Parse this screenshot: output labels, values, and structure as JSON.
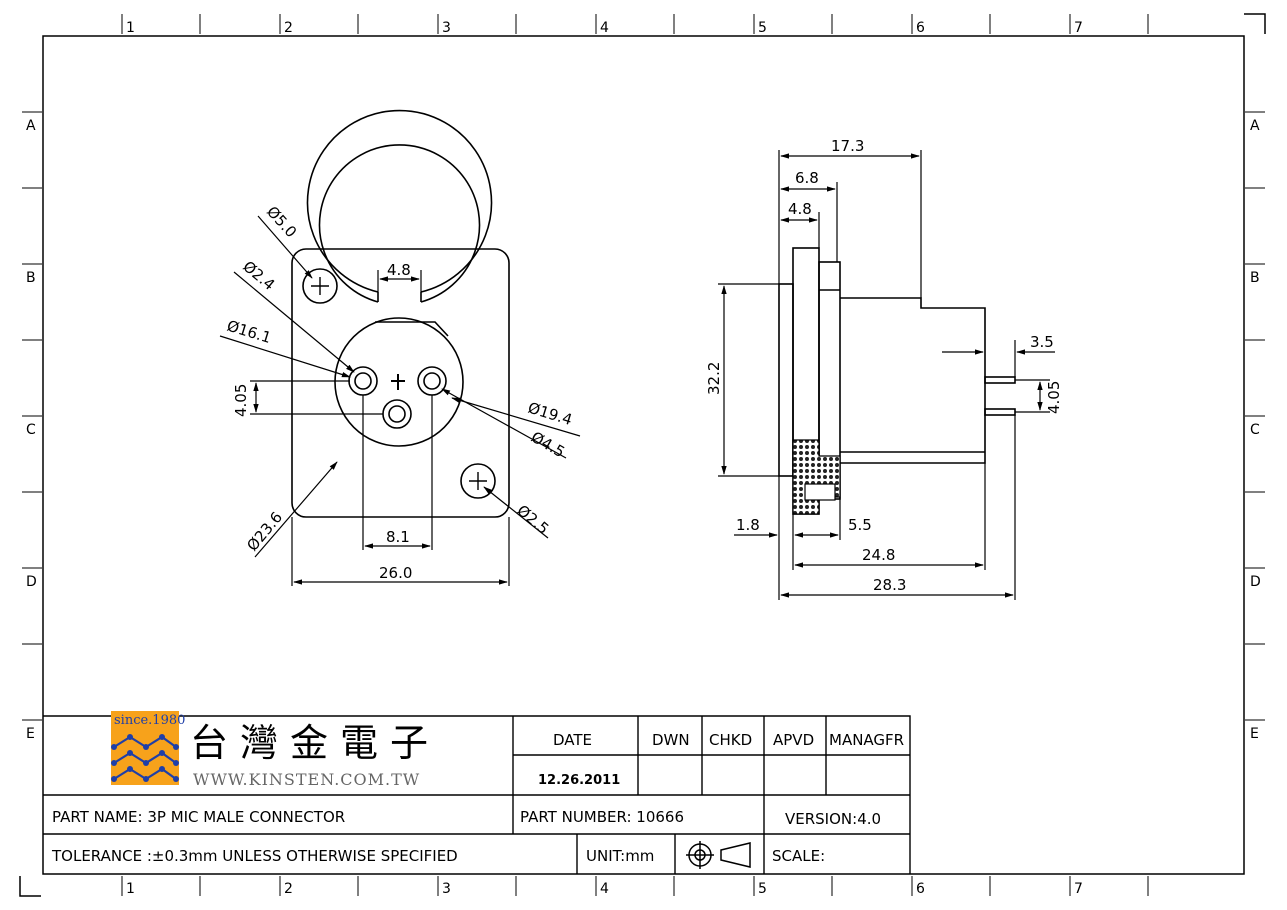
{
  "grid": {
    "columns": [
      "1",
      "2",
      "3",
      "4",
      "5",
      "6",
      "7"
    ],
    "rows": [
      "A",
      "B",
      "C",
      "D",
      "E"
    ]
  },
  "front_view": {
    "dims": {
      "d50": "Ø5.0",
      "d24": "Ø2.4",
      "d161": "Ø16.1",
      "w48": "4.8",
      "h405": "4.05",
      "d194": "Ø19.4",
      "d45": "Ø4.5",
      "d236": "Ø23.6",
      "d25": "Ø2.5",
      "w81": "8.1",
      "w260": "26.0"
    }
  },
  "side_view": {
    "dims": {
      "w173": "17.3",
      "w68": "6.8",
      "w48": "4.8",
      "h322": "32.2",
      "w35": "3.5",
      "h405": "4.05",
      "w18": "1.8",
      "w55": "5.5",
      "w248": "24.8",
      "w283": "28.3"
    }
  },
  "title_block": {
    "logo_badge": "since.1980",
    "company_cn": "台灣金電子",
    "company_url": "WWW.KINSTEN.COM.TW",
    "date_label": "DATE",
    "date_value": "12.26.2011",
    "dwn": "DWN",
    "chkd": "CHKD",
    "apvd": "APVD",
    "managfr": "MANAGFR",
    "part_name": "PART  NAME: 3P MIC MALE CONNECTOR",
    "part_number": "PART  NUMBER: 10666",
    "version": "VERSION:4.0",
    "tolerance": "TOLERANCE  :±0.3mm  UNLESS  OTHERWISE  SPECIFIED",
    "unit": "UNIT:mm",
    "scale": "SCALE:"
  },
  "colors": {
    "line": "#000000",
    "logo_orange": "#f7a21b",
    "logo_blue": "#1f3fa8",
    "url_gray": "#666666"
  }
}
